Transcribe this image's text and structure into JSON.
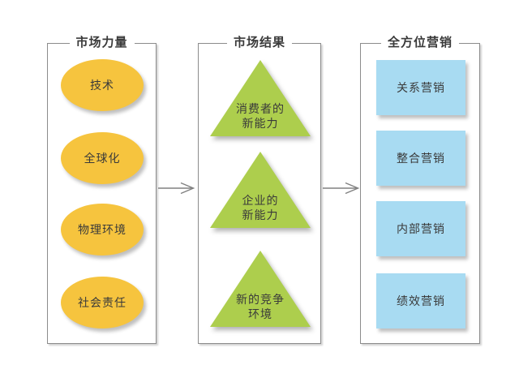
{
  "diagram_title": "holistic-marketing-orientation-diagram",
  "columns": {
    "forces": {
      "title": "市场力量",
      "items": [
        {
          "label": "技术"
        },
        {
          "label": "全球化"
        },
        {
          "label": "物理环境"
        },
        {
          "label": "社会责任"
        }
      ]
    },
    "outcomes": {
      "title": "市场结果",
      "items": [
        {
          "line1": "消费者的",
          "line2": "新能力"
        },
        {
          "line1": "企业的",
          "line2": "新能力"
        },
        {
          "line1": "新的竞争",
          "line2": "环境"
        }
      ]
    },
    "marketing": {
      "title": "全方位营销",
      "items": [
        {
          "label": "关系营销"
        },
        {
          "label": "整合营销"
        },
        {
          "label": "内部营销"
        },
        {
          "label": "绩效营销"
        }
      ]
    }
  },
  "colors": {
    "ellipse_fill": "#f6c43e",
    "triangle_fill": "#adce4d",
    "rect_fill": "#a8dbf2",
    "panel_border": "#8c8c8c",
    "text": "#3a3a3a",
    "arrow": "#808080",
    "background": "#ffffff"
  }
}
